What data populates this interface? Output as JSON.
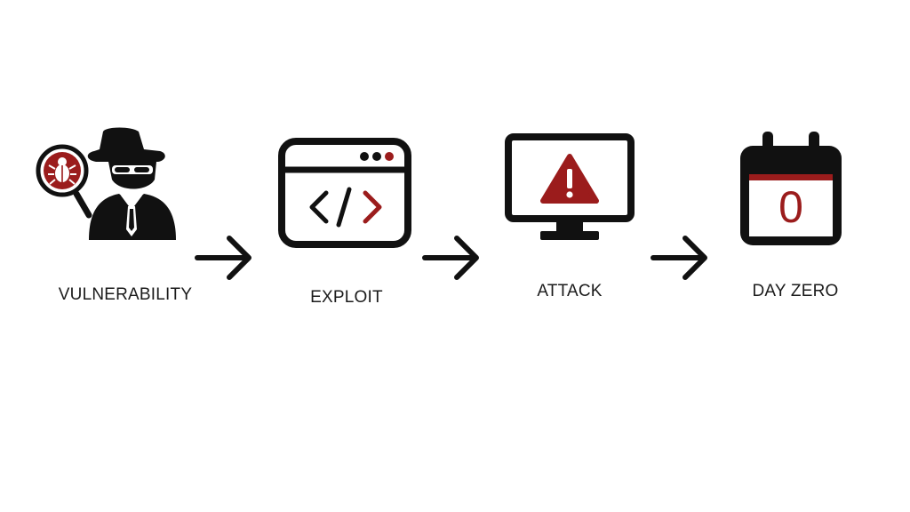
{
  "steps": [
    {
      "label": "VULNERABILITY",
      "icon": "spy-with-bug-magnifier-icon"
    },
    {
      "label": "EXPLOIT",
      "icon": "browser-code-icon"
    },
    {
      "label": "ATTACK",
      "icon": "monitor-warning-icon"
    },
    {
      "label": "DAY ZERO",
      "icon": "calendar-icon"
    }
  ],
  "calendar": {
    "day": "0"
  },
  "code_glyph": {
    "left": "</",
    "right": ">"
  },
  "warning_glyph": "!",
  "colors": {
    "ink": "#111111",
    "accent": "#9b1c1c",
    "background": "#ffffff"
  }
}
